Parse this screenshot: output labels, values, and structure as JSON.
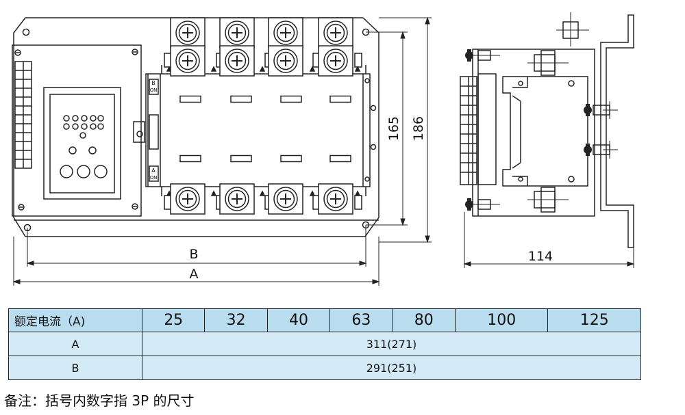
{
  "dimensions": {
    "a": "A",
    "b": "B",
    "h165": "165",
    "h186": "186",
    "depth": "114"
  },
  "switch_labels": {
    "b_top": "B",
    "b_on": "ON",
    "a_top": "A",
    "a_on": "ON"
  },
  "table": {
    "header_label": "额定电流（A)",
    "currents": [
      "25",
      "32",
      "40",
      "63",
      "80",
      "100",
      "125"
    ],
    "rows": [
      {
        "label": "A",
        "value": "311(271)"
      },
      {
        "label": "B",
        "value": "291(251)"
      }
    ]
  },
  "note": "备注：括号内数字指 3P 的尺寸"
}
